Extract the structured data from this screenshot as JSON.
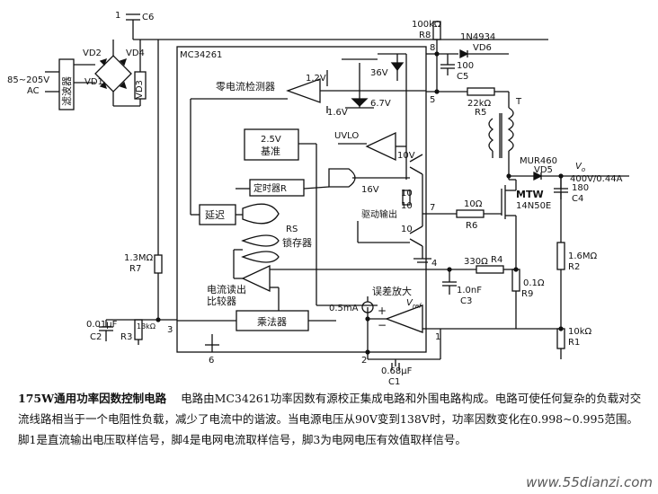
{
  "labels": {
    "c6": "C6",
    "one": "1",
    "vd2": "VD2",
    "vd4": "VD4",
    "vd1": "VD1",
    "vd3": "VD3",
    "filter": "滤波器",
    "ac_voltage": "85~205V",
    "ac": "AC",
    "ic_name": "MC34261",
    "r8_value": "100kΩ",
    "r8": "R8",
    "pin8": "8",
    "vd6_part": "1N4934",
    "vd6": "VD6",
    "zcd": "零电流检测器",
    "v12": "1.2V",
    "v36": "36V",
    "c5_value": "100",
    "c5": "C5",
    "v16": "1.6V",
    "v67": "6.7V",
    "pin5": "5",
    "r5_value": "22kΩ",
    "r5": "R5",
    "t": "T",
    "ref25": "2.5V",
    "ref_label": "基准",
    "uvlo": "UVLO",
    "v10": "10V",
    "vd5_part": "MUR460",
    "vd5": "VD5",
    "vo": "V",
    "vo_sub": "o",
    "output": "400V/0.44A",
    "timer": "定时器R",
    "v16b": "16V",
    "ten_a": "10",
    "ten_b": "10",
    "ten_c": "10",
    "c4_value": "180",
    "c4": "C4",
    "mtw": "MTW",
    "mtw_part": "14N50E",
    "delay": "延迟",
    "drive_out": "驱动输出",
    "pin7": "7",
    "r6_value": "10Ω",
    "r6": "R6",
    "rs": "RS",
    "latch": "锁存器",
    "r7_value": "1.3MΩ",
    "r7": "R7",
    "r2_value": "1.6MΩ",
    "r2": "R2",
    "pin4": "4",
    "r4_value": "330Ω",
    "r4": "R4",
    "r9_value": "0.1Ω",
    "r9": "R9",
    "cs_comp": "电流读出",
    "cs_comp2": "比较器",
    "c3_value": "1.0nF",
    "c3": "C3",
    "err_amp": "误差放大",
    "vref": "V",
    "vref_sub": "ref",
    "c2_value": "0.01μF",
    "c2": "C2",
    "r3_value": "13kΩ",
    "r3": "R3",
    "pin3": "3",
    "multiplier": "乘法器",
    "ma05": "0.5mA",
    "plus": "+",
    "minus": "−",
    "r1_value": "10kΩ",
    "r1": "R1",
    "pin1": "1",
    "pin6": "6",
    "pin2": "2",
    "c1_value": "0.68μF",
    "c1": "C1"
  },
  "caption": {
    "title": "175W通用功率因数控制电路",
    "body": "电路由MC34261功率因数有源校正集成电路和外围电路构成。电路可使任何复杂的负载对交流线路相当于一个电阻性负载，减少了电流中的谐波。当电源电压从90V变到138V时，功率因数变化在0.998~0.995范围。脚1是直流输出电压取样信号，脚4是电网电流取样信号，脚3为电网电压有效值取样信号。"
  },
  "watermark": "www.55dianzi.com"
}
